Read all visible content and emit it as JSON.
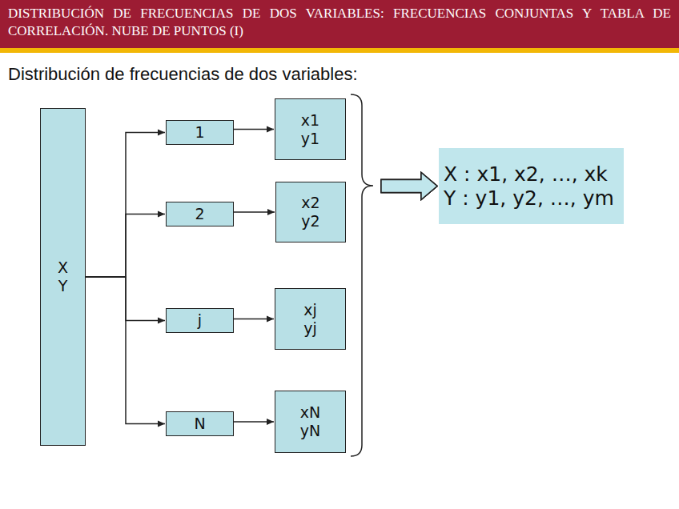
{
  "diagram": {
    "title": "DISTRIBUCIÓN DE FRECUENCIAS DE DOS VARIABLES: FRECUENCIAS CONJUNTAS Y TABLA DE CORRELACIÓN. NUBE DE PUNTOS (I)",
    "nodes": [
      {
        "text": [
          "X",
          "Y"
        ]
      },
      {
        "text": [
          "1"
        ]
      },
      {
        "text": [
          "x1",
          "y1"
        ]
      },
      {
        "text": [
          "2"
        ]
      },
      {
        "text": [
          "x2",
          "y2"
        ]
      },
      {
        "text": [
          "j"
        ]
      },
      {
        "text": [
          "xj",
          "yj"
        ]
      },
      {
        "text": [
          "N"
        ]
      },
      {
        "text": [
          "xN",
          "yN"
        ]
      },
      {
        "text": [
          "X : x1, x2, …, xk",
          "Y : y1, y2, …, ym"
        ]
      }
    ],
    "edges": [
      {
        "from": 0,
        "to": 1,
        "arrow": "to"
      },
      {
        "from": 0,
        "to": 3,
        "arrow": "to"
      },
      {
        "from": 0,
        "to": 5,
        "arrow": "to"
      },
      {
        "from": 0,
        "to": 7,
        "arrow": "to"
      },
      {
        "from": 1,
        "to": 2,
        "arrow": "to"
      },
      {
        "from": 3,
        "to": 4,
        "arrow": "to"
      },
      {
        "from": 5,
        "to": 6,
        "arrow": "to"
      },
      {
        "from": 7,
        "to": 8,
        "arrow": "to"
      },
      {
        "from": 2,
        "to": 9,
        "arrow": "to"
      },
      {
        "from": 4,
        "to": 9,
        "arrow": "to"
      },
      {
        "from": 6,
        "to": 9,
        "arrow": "to"
      },
      {
        "from": 8,
        "to": 9,
        "arrow": "to"
      }
    ],
    "labels": [
      "Distribución de frecuencias de dos variables:"
    ]
  }
}
